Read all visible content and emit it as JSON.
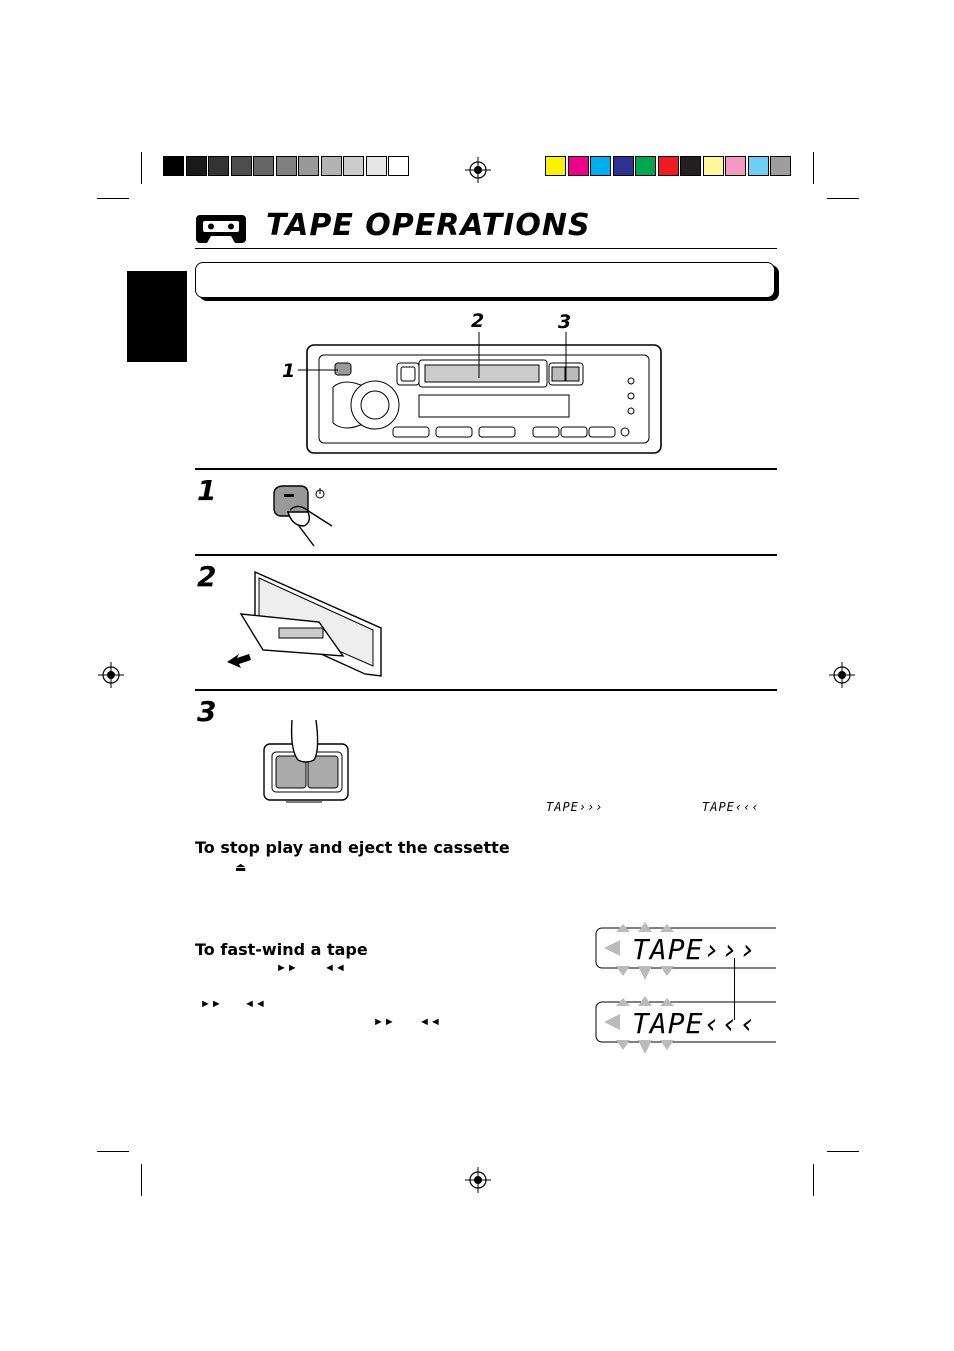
{
  "title": "TAPE OPERATIONS",
  "icon": "cassette-icon",
  "colors": {
    "grayscale": [
      "#000000",
      "#1a1a1a",
      "#333333",
      "#4d4d4d",
      "#666666",
      "#808080",
      "#999999",
      "#b3b3b3",
      "#cccccc",
      "#e6e6e6",
      "#ffffff"
    ],
    "process": [
      "#fff200",
      "#ec008c",
      "#00aeef",
      "#2e3192",
      "#00a651",
      "#ed1c24",
      "#231f20",
      "#fff799",
      "#f49ac1",
      "#6dcff6",
      "#9e9e9e"
    ]
  },
  "callouts": [
    "1",
    "2",
    "3"
  ],
  "steps": [
    {
      "number": "1"
    },
    {
      "number": "2"
    },
    {
      "number": "3"
    }
  ],
  "lcd": {
    "small_forward": "TAPE›››",
    "small_reverse": "TAPE‹‹‹",
    "big_forward": "TAPE›››",
    "big_reverse": "TAPE‹‹‹"
  },
  "stop_eject": {
    "heading": "To stop play and eject the cassette",
    "eject_symbol": "⏏"
  },
  "fast_wind": {
    "heading": "To fast-wind a tape",
    "ff_symbol": "►►",
    "rew_symbol": "◄◄"
  }
}
